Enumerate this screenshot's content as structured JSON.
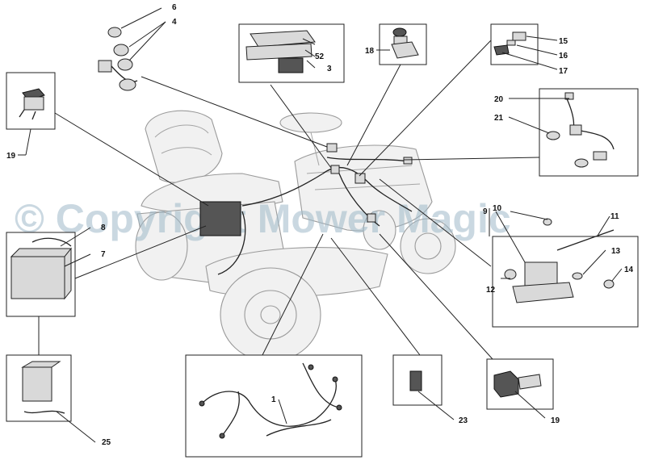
{
  "watermark": "© Copyright Mower Magic",
  "callouts": {
    "c1": "1",
    "c3": "3",
    "c4": "4",
    "c6": "6",
    "c7": "7",
    "c8": "8",
    "c9": "9",
    "c10": "10",
    "c11": "11",
    "c12": "12",
    "c13": "13",
    "c14": "14",
    "c15": "15",
    "c16": "16",
    "c17": "17",
    "c18": "18",
    "c19a": "19",
    "c19b": "19",
    "c20": "20",
    "c21": "21",
    "c23": "23",
    "c25": "25",
    "c52": "52"
  },
  "colors": {
    "watermark": "#9fb9c9",
    "ink": "#222222",
    "tractor": "#9a9a9a"
  }
}
